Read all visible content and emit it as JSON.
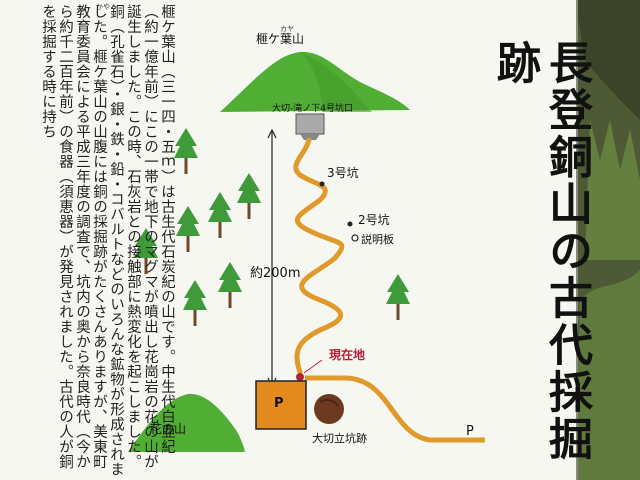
{
  "sign": {
    "title": "長登銅山の古代採掘跡",
    "body_text": "榧ケ葉山（三一四・五ｍ）は古生代石炭紀の山です。中生代白亜紀（約一億年前）にこの一帯で地下のマグマが噴出し花崗岩の花の山が誕生しました。この時、石灰岩との接触部に熱変化を起こしました。銅（孔雀石）・銀・鉄・鉛・コバルトなどのいろんな鉱物が形成されました。榧ケ葉山の山腹には銅の採掘跡がたくさんありますが、美東町教育委員会による平成三年度の調査で、坑内の奥から奈良時代（今から約千二百年前）の食器（須恵器）が発見されました。古代の人が銅を採掘する時に持ち",
    "body_furigana": "かや"
  },
  "map": {
    "mountain_name": "榧ケ葉山",
    "mountain_furigana": "カヤ",
    "hanano_yama": "花の山",
    "tunnel_entrance": "大切-滝ノ下4号坑口",
    "pit3": "3号坑",
    "pit2": "2号坑",
    "info_board": "説明板",
    "distance": "約200m",
    "you_are_here": "現在地",
    "parking_p1": "P",
    "parking_p2": "P",
    "shaft": "大切立坑跡"
  },
  "colors": {
    "board": "#f7f7f2",
    "mountain_green": "#4fae33",
    "trail_orange": "#e09a2a",
    "parking_orange": "#e28a1e",
    "shaft_brown": "#6b3a1f",
    "you_are_here_red": "#b3223a",
    "tree_green": "#3f9a3a",
    "forest": "#4e5a36"
  }
}
